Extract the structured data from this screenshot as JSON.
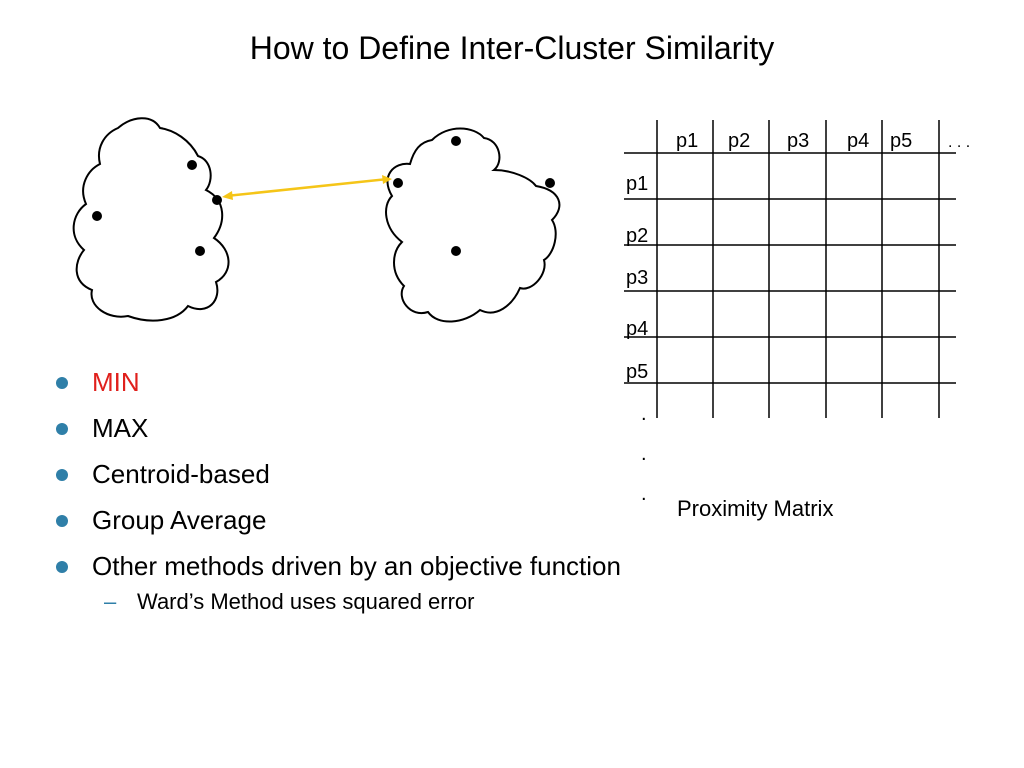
{
  "title": "How to Define Inter-Cluster Similarity",
  "bullets": [
    {
      "text": "MIN",
      "color": "#e0201c"
    },
    {
      "text": "MAX",
      "color": "#000000"
    },
    {
      "text": "Centroid-based",
      "color": "#000000"
    },
    {
      "text": "Group Average",
      "color": "#000000"
    },
    {
      "text": "Other methods driven by an objective function",
      "color": "#000000"
    }
  ],
  "sub_bullets": [
    "Ward’s Method uses squared error"
  ],
  "matrix": {
    "column_headers": [
      "p1",
      "p2",
      "p3",
      "p4",
      "p5",
      ". . ."
    ],
    "row_headers": [
      "p1",
      "p2",
      "p3",
      "p4",
      "p5"
    ],
    "row_ellipsis": [
      "."
    ],
    "caption": "Proximity Matrix"
  },
  "colors": {
    "bullet": "#2f7fa8",
    "highlight": "#e0201c",
    "link_arrow": "#f5c518"
  }
}
